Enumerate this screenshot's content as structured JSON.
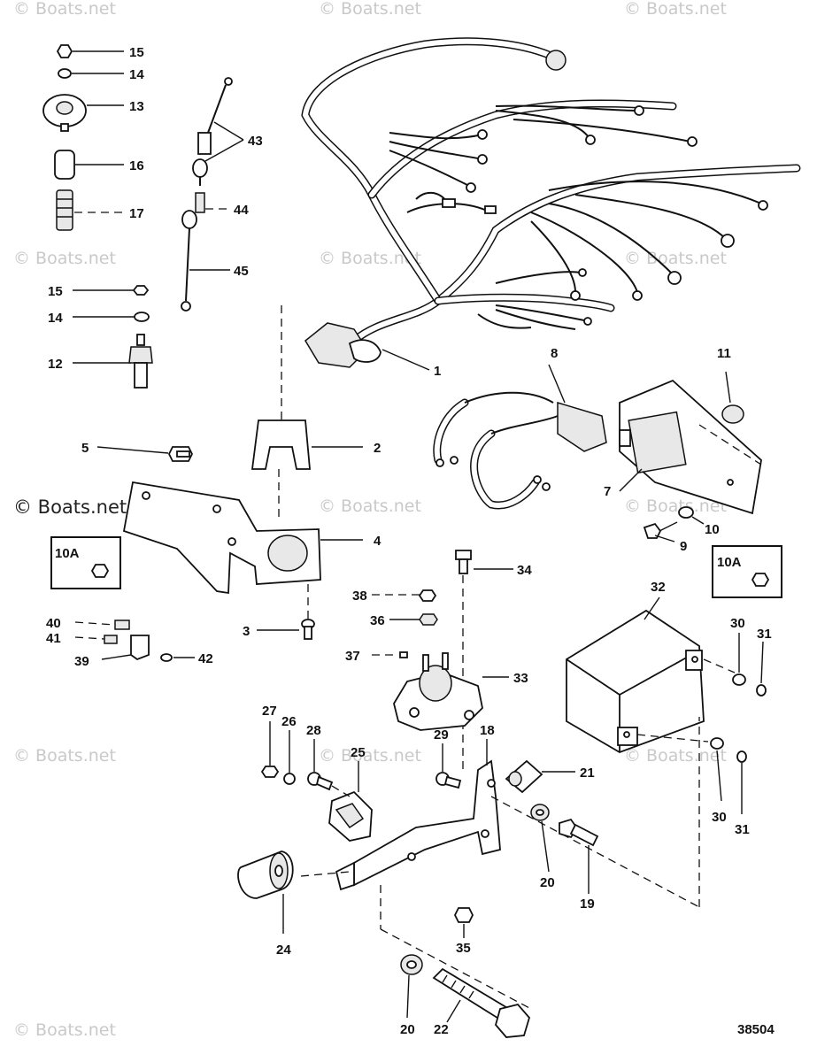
{
  "watermarks": [
    "© Boats.net",
    "© Boats.net",
    "© Boats.net",
    "© Boats.net",
    "© Boats.net",
    "© Boats.net",
    "© Boats.net",
    "© Boats.net",
    "© Boats.net",
    "© Boats.net",
    "© Boats.net",
    "© Boats.net"
  ],
  "main_watermark": "© Boats.net",
  "drawing_number": "38504",
  "callouts": {
    "c1": "1",
    "c2": "2",
    "c3": "3",
    "c4": "4",
    "c5": "5",
    "c7": "7",
    "c8": "8",
    "c9": "9",
    "c10": "10",
    "c11": "11",
    "c10a_left": "10A",
    "c10a_right": "10A",
    "c12": "12",
    "c13": "13",
    "c14a": "14",
    "c14b": "14",
    "c15a": "15",
    "c15b": "15",
    "c16": "16",
    "c17": "17",
    "c18": "18",
    "c19": "19",
    "c20a": "20",
    "c20b": "20",
    "c21": "21",
    "c22": "22",
    "c24": "24",
    "c25": "25",
    "c26": "26",
    "c27": "27",
    "c28": "28",
    "c29": "29",
    "c30a": "30",
    "c30b": "30",
    "c31a": "31",
    "c31b": "31",
    "c32": "32",
    "c33": "33",
    "c34": "34",
    "c35": "35",
    "c36": "36",
    "c37": "37",
    "c38": "38",
    "c39": "39",
    "c40": "40",
    "c41": "41",
    "c42": "42",
    "c43": "43",
    "c44": "44",
    "c45": "45"
  }
}
